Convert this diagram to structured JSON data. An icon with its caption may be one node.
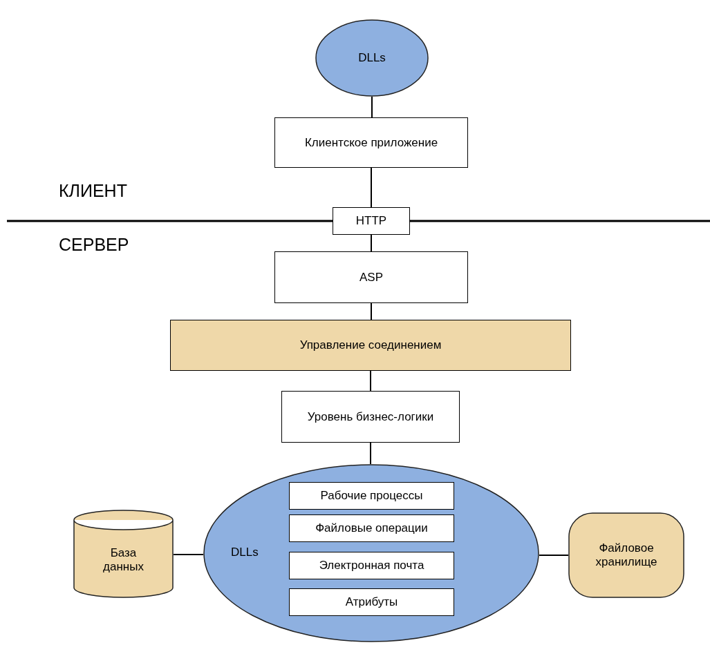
{
  "diagram": {
    "nodes": [
      {
        "text": [
          "DLLs"
        ]
      },
      {
        "text": [
          "Клиентское приложение"
        ]
      },
      {
        "text": [
          "HTTP"
        ]
      },
      {
        "text": [
          "ASP"
        ]
      },
      {
        "text": [
          "Управление соединением"
        ]
      },
      {
        "text": [
          "Уровень бизнес-логики"
        ]
      },
      {
        "text": [
          "База данных"
        ]
      },
      {
        "text": [
          "DLLs"
        ]
      },
      {
        "text": [
          "Рабочие процессы"
        ],
        "in": 7
      },
      {
        "text": [
          "Файловые операции"
        ],
        "in": 7
      },
      {
        "text": [
          "Электронная почта"
        ],
        "in": 7
      },
      {
        "text": [
          "Атрибуты"
        ],
        "in": 7
      },
      {
        "text": [
          "Файловое хранилище"
        ]
      }
    ],
    "edges": [
      {
        "from": 0,
        "to": 1,
        "arrow": "none"
      },
      {
        "from": 1,
        "to": 2,
        "arrow": "none"
      },
      {
        "from": 2,
        "to": 3,
        "arrow": "none"
      },
      {
        "from": 3,
        "to": 4,
        "arrow": "none"
      },
      {
        "from": 4,
        "to": 5,
        "arrow": "none"
      },
      {
        "from": 5,
        "to": 7,
        "arrow": "none"
      },
      {
        "from": 6,
        "to": 7,
        "arrow": "none"
      },
      {
        "from": 7,
        "to": 12,
        "arrow": "none"
      }
    ],
    "labels": [
      "КЛИЕНТ",
      "СЕРВЕР"
    ]
  }
}
